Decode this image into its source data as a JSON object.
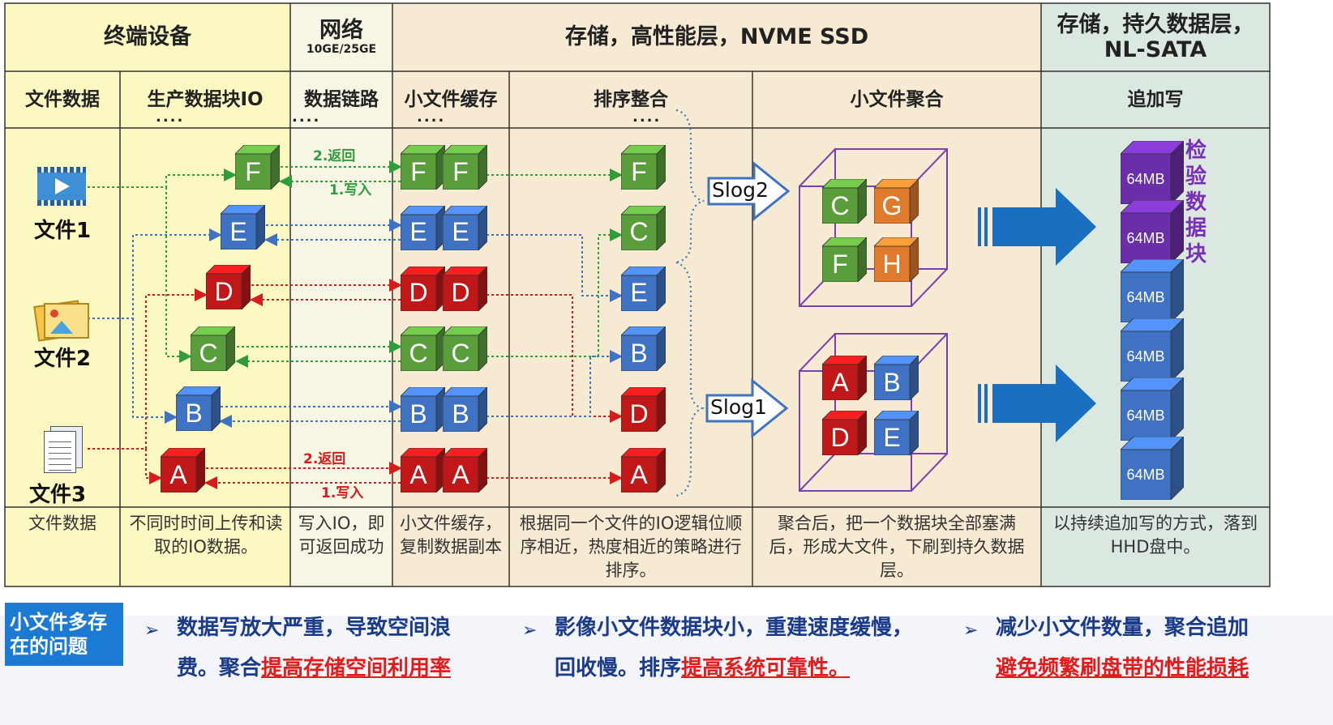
{
  "headers": {
    "terminal": "终端设备",
    "network": "网络",
    "network_sub": "10GE/25GE",
    "storage_perf": "存储，高性能层，NVME SSD",
    "storage_persist": "存储，持久数据层，NL-SATA"
  },
  "subheaders": {
    "file_data": "文件数据",
    "produce_io": "生产数据块IO",
    "data_link": "数据链路",
    "small_cache": "小文件缓存",
    "sort_merge": "排序整合",
    "small_aggregate": "小文件聚合",
    "append_write": "追加写",
    "dots": "...."
  },
  "files": {
    "f1": "文件1",
    "f2": "文件2",
    "f3": "文件3"
  },
  "arrows": {
    "return_green": "2.返回",
    "write_green": "1.写入",
    "return_red": "2.返回",
    "write_red": "1.写入"
  },
  "slogs": {
    "slog2": "Slog2",
    "slog1": "Slog1"
  },
  "check_block": "检验数据块",
  "disk_label": "64MB",
  "descriptions": {
    "file_data": "文件数据",
    "produce_io": "不同时时间上传和读取的IO数据。",
    "data_link": "写入IO，即可返回成功",
    "small_cache": "小文件缓存，复制数据副本",
    "sort_merge": "根据同一个文件的IO逻辑位顺序相近，热度相近的策略进行排序。",
    "small_aggregate": "聚合后，把一个数据块全部塞满后，形成大文件，下刷到持久数据层。",
    "append_write": "以持续追加写的方式，落到HHD盘中。"
  },
  "bottom": {
    "problem_title": "小文件多存在的问题",
    "issue1_a": "数据写放大严重，导致空间浪",
    "issue1_b": "费。聚合",
    "issue1_red": "提高存储空间利用率",
    "issue2_a": "影像小文件数据块小，重建速度缓慢，",
    "issue2_b": "回收慢。排序",
    "issue2_red": "提高系统可靠性。",
    "issue3_a": "减少小文件数量，聚合追加",
    "issue3_red": "避免频繁刷盘带的性能损耗"
  },
  "colors": {
    "green": "#5a9e3c",
    "blue": "#3f72c2",
    "red": "#c01818",
    "orange": "#e07a2c",
    "purple": "#6a2fa8",
    "yellow_bg": "#fbf8c2",
    "network_bg": "#f7f5e3",
    "tan_bg": "#f6ead2",
    "teal_bg": "#dbe8e0"
  }
}
